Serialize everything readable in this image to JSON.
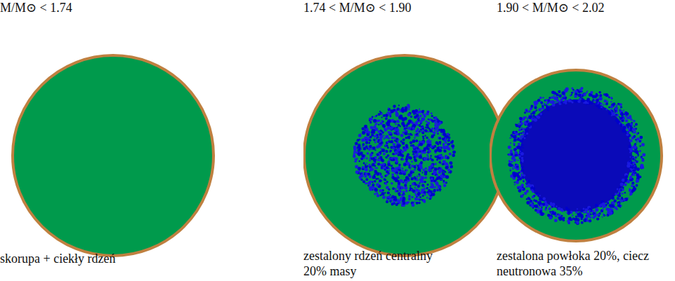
{
  "diagram": {
    "nodes": [
      {
        "text": [
          "M/M⊙ < 1.74",
          "skorupa + ciekły rdzeń"
        ]
      },
      {
        "text": [
          "1.74 < M/M⊙ < 1.90",
          "zestalony rdzeń centralny 20% masy"
        ]
      },
      {
        "text": [
          "1.90 < M/M⊙ < 2.02",
          "zestalona powłoka 20%, ciecz neutronowa 35%"
        ]
      }
    ]
  }
}
